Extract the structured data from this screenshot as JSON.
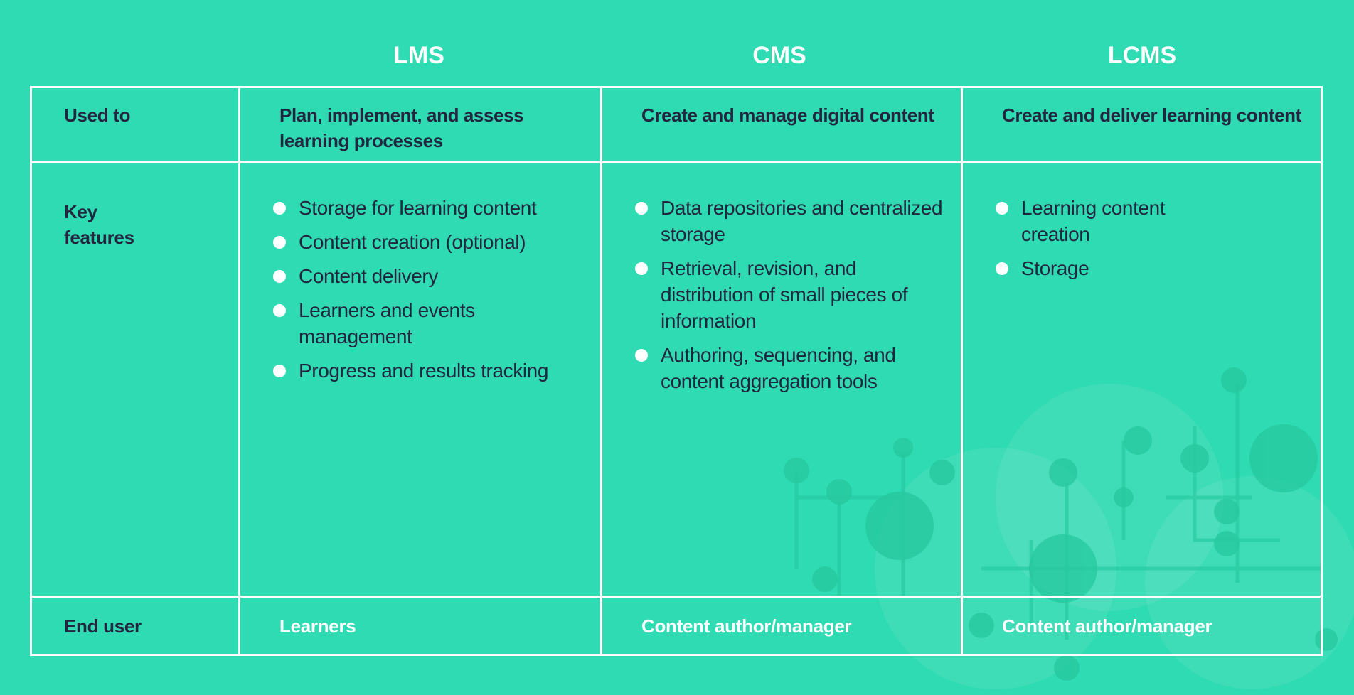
{
  "columns": [
    "LMS",
    "CMS",
    "LCMS"
  ],
  "rows": {
    "used_to": {
      "label": "Used to",
      "values": [
        "Plan, implement, and assess learning processes",
        "Create and manage digital content",
        "Create and deliver learning content"
      ]
    },
    "key_features": {
      "label": "Key features",
      "lms": [
        "Storage for learning content",
        "Content creation (optional)",
        "Content delivery",
        "Learners and events management",
        "Progress and results tracking"
      ],
      "cms": [
        "Data repositories and centralized storage",
        "Retrieval, revision, and distribution of small pieces of information",
        "Authoring, sequencing, and content aggregation tools"
      ],
      "lcms": [
        "Learning content creation",
        "Storage"
      ]
    },
    "end_user": {
      "label": "End user",
      "values": [
        "Learners",
        "Content author/manager",
        "Content author/manager"
      ]
    }
  },
  "colors": {
    "background": "#2edbb2",
    "text": "#23263f",
    "accent": "#ffffff"
  }
}
